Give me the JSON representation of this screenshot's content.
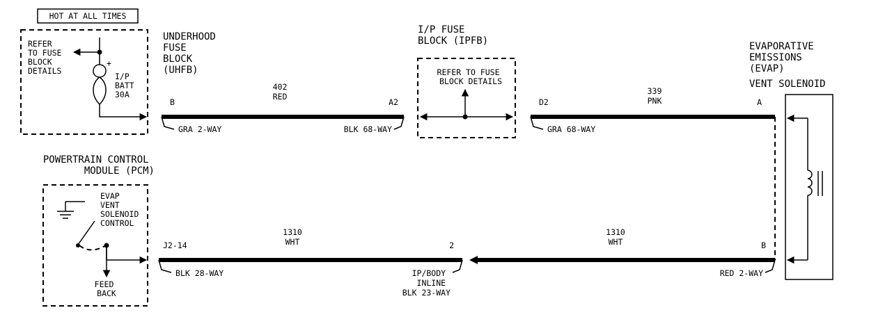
{
  "hot_label": "HOT AT ALL TIMES",
  "fuse_block_details": [
    "REFER",
    "TO FUSE",
    "BLOCK",
    "DETAILS"
  ],
  "fuse": {
    "name": [
      "I/P",
      "BATT",
      "30A"
    ]
  },
  "uhfb_title": [
    "UNDERHOOD",
    "FUSE",
    "BLOCK",
    "(UHFB)"
  ],
  "ipfb_title": [
    "I/P FUSE",
    "BLOCK (IPFB)"
  ],
  "ipfb_refer": [
    "REFER TO FUSE",
    "BLOCK DETAILS"
  ],
  "evap_title": [
    "EVAPORATIVE",
    "EMISSIONS",
    "(EVAP)",
    "VENT SOLENOID"
  ],
  "pcm_title": [
    "POWERTRAIN CONTROL",
    "MODULE (PCM)"
  ],
  "pcm_control": [
    "EVAP",
    "VENT",
    "SOLENOID",
    "CONTROL"
  ],
  "pcm_feedback": [
    "FEED",
    "BACK"
  ],
  "circuit_402": {
    "number": "402",
    "color": "RED",
    "pin_left": "B",
    "pin_right": "A2",
    "conn_left": "GRA 2-WAY",
    "conn_right": "BLK 68-WAY"
  },
  "circuit_339": {
    "number": "339",
    "color": "PNK",
    "pin_left": "D2",
    "pin_right": "A",
    "conn_left": "GRA 68-WAY"
  },
  "circuit_1310_left": {
    "number": "1310",
    "color": "WHT",
    "pin_left": "J2-14",
    "pin_right": "2",
    "conn_left": "BLK 28-WAY"
  },
  "circuit_1310_right": {
    "number": "1310",
    "color": "WHT",
    "pin_right": "B",
    "conn_right": "RED 2-WAY"
  },
  "inline_connector": [
    "IP/BODY",
    "INLINE",
    "BLK 23-WAY"
  ]
}
